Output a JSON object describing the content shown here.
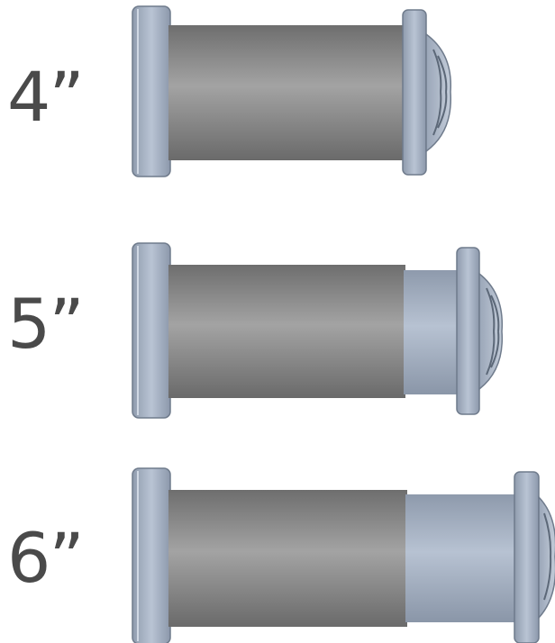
{
  "sizes": [
    {
      "label": "4”"
    },
    {
      "label": "5”"
    },
    {
      "label": "6”"
    }
  ],
  "colors": {
    "background": "#ffffff",
    "label_text": "#4a4a4a",
    "barrel_gray": "#8c8c8c",
    "flange_blue_gray": "#a6b3c6",
    "extension_blue_gray": "#a3afc0"
  },
  "icons": [
    "door-viewer-4in-icon",
    "door-viewer-5in-icon",
    "door-viewer-6in-icon"
  ]
}
